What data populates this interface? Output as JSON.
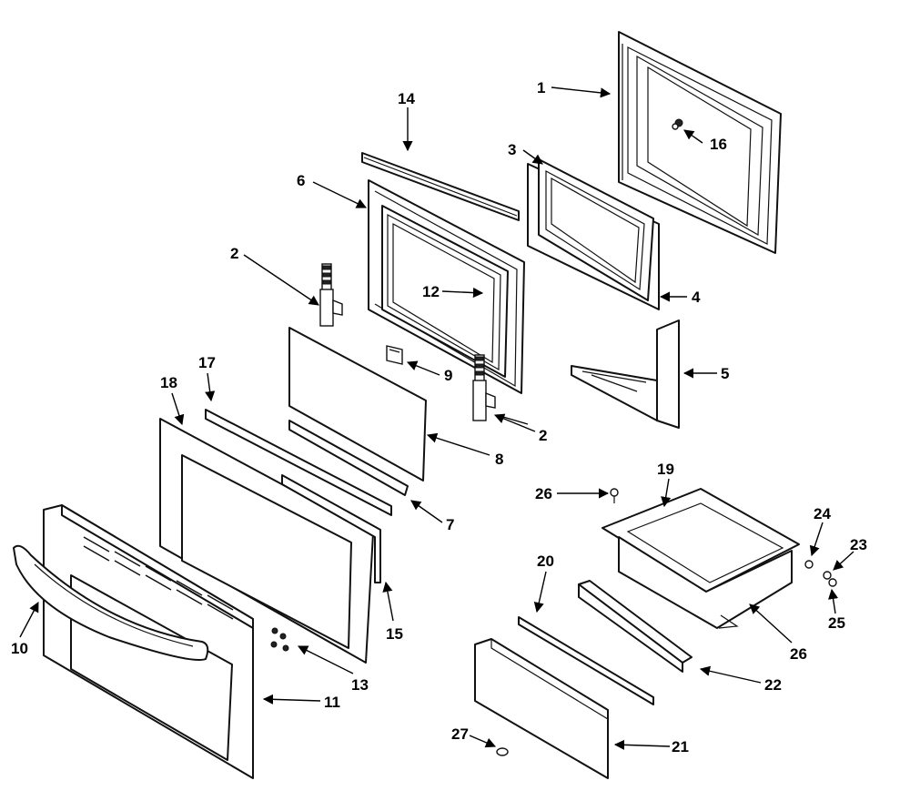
{
  "diagram": {
    "labels": {
      "p1": "1",
      "p2a": "2",
      "p2b": "2",
      "p3": "3",
      "p4": "4",
      "p5": "5",
      "p6": "6",
      "p7": "7",
      "p8": "8",
      "p9": "9",
      "p10": "10",
      "p11": "11",
      "p12": "12",
      "p13": "13",
      "p14": "14",
      "p15": "15",
      "p16": "16",
      "p17": "17",
      "p18": "18",
      "p19": "19",
      "p20": "20",
      "p21": "21",
      "p22": "22",
      "p23": "23",
      "p24": "24",
      "p25": "25",
      "p26a": "26",
      "p26b": "26",
      "p27": "27"
    },
    "colors": {
      "line": "#111111",
      "background": "#ffffff"
    }
  }
}
